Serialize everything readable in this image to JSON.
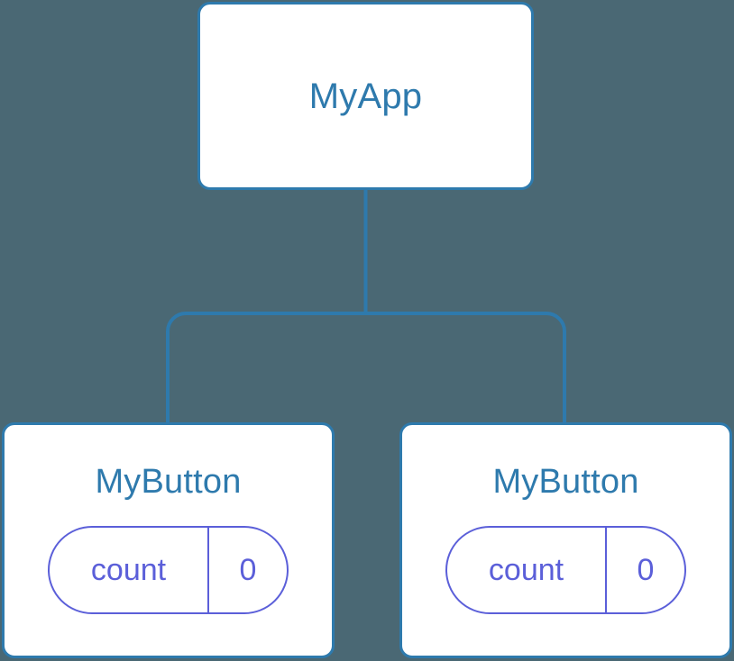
{
  "diagram": {
    "type": "component-tree",
    "background_color": "#4a6874",
    "node_border_color": "#2e7aad",
    "node_text_color": "#2e7aad",
    "node_fill_color": "#ffffff",
    "state_accent_color": "#5b5fd9",
    "edge_color": "#2e7aad"
  },
  "root": {
    "title": "MyApp"
  },
  "children": [
    {
      "title": "MyButton",
      "state": {
        "name": "count",
        "value": "0"
      }
    },
    {
      "title": "MyButton",
      "state": {
        "name": "count",
        "value": "0"
      }
    }
  ]
}
